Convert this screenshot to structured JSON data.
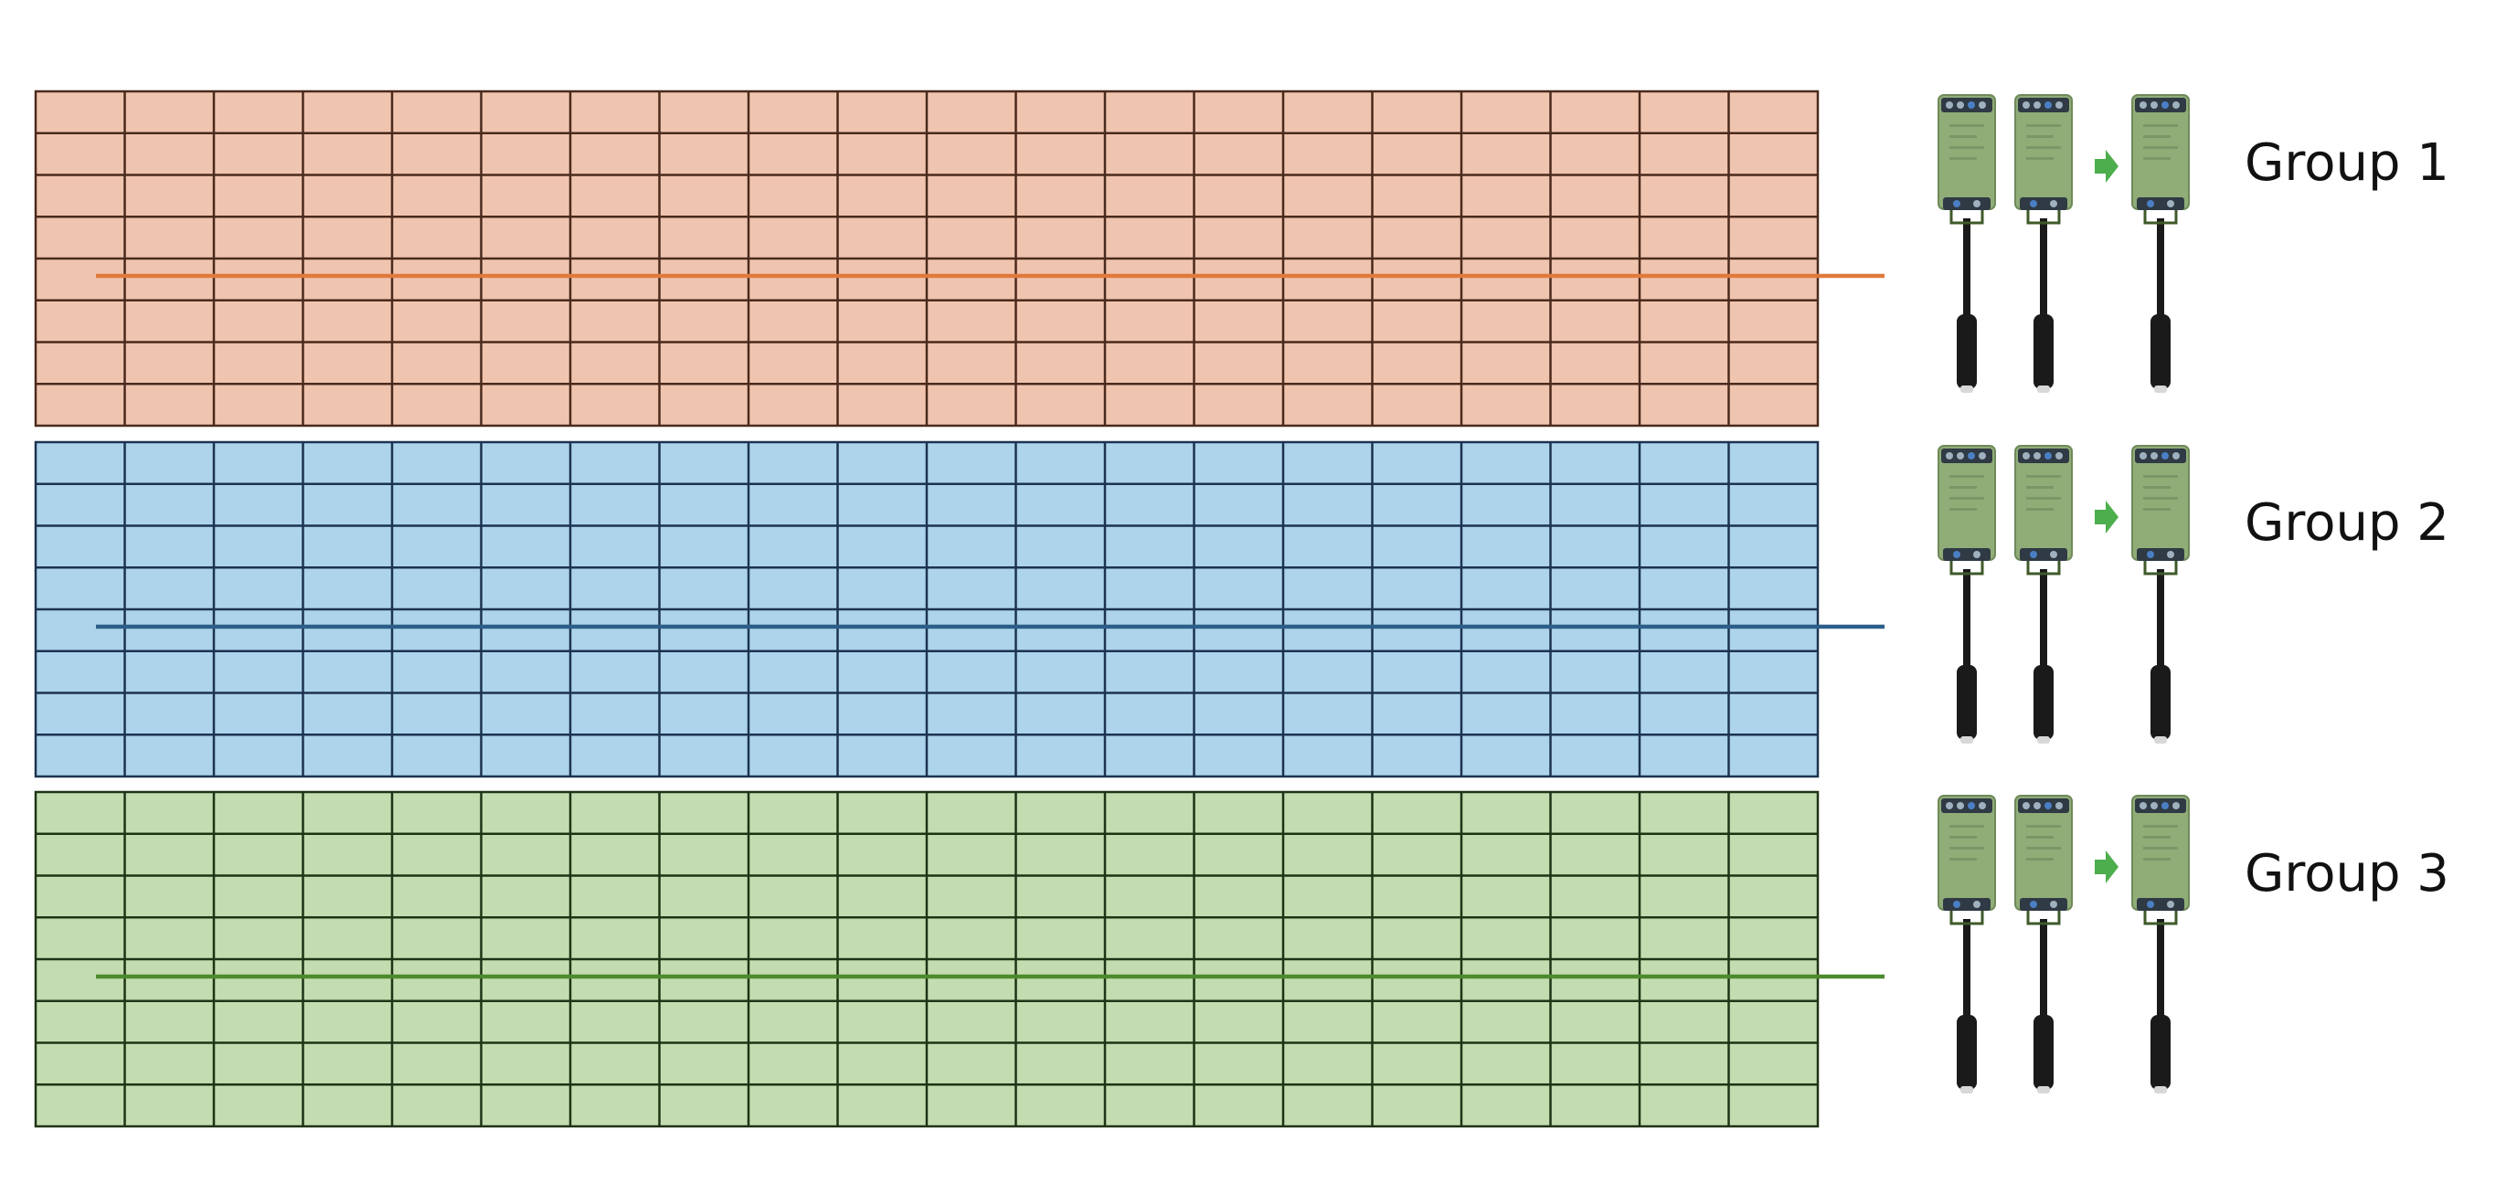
{
  "diagram": {
    "groups": [
      {
        "label": "Group 1",
        "panel_fill": "#f0c5b0",
        "grid_line_color": "#4a2a1c",
        "wire_color": "#e07a3c",
        "device_count": 3,
        "arrow_icon": "green-right-arrow-icon"
      },
      {
        "label": "Group 2",
        "panel_fill": "#add4ea",
        "grid_line_color": "#1c3350",
        "wire_color": "#2c5e8a",
        "device_count": 3,
        "arrow_icon": "green-right-arrow-icon"
      },
      {
        "label": "Group 3",
        "panel_fill": "#c3dcb0",
        "grid_line_color": "#1f3315",
        "wire_color": "#4c8a2c",
        "device_count": 3,
        "arrow_icon": "green-right-arrow-icon"
      }
    ],
    "panel_grid": {
      "columns": 20,
      "rows": 8
    },
    "device": {
      "body_color": "#90ad78",
      "terminal_color": "#2f3a44",
      "cable_color": "#1a1a1a",
      "arrow_color": "#4cae4c"
    }
  }
}
